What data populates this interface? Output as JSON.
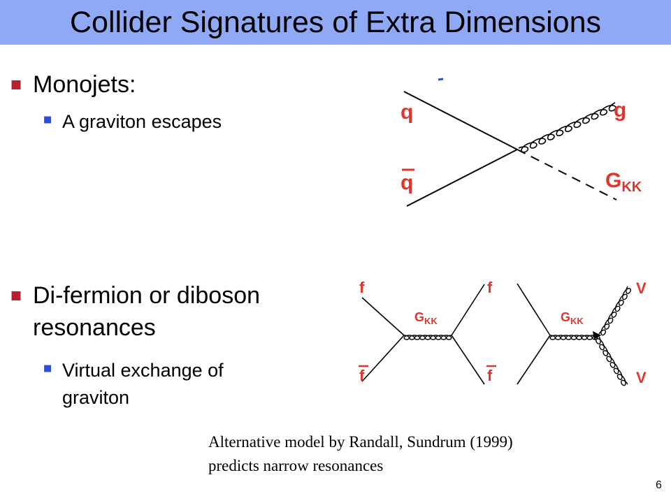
{
  "slide": {
    "title": "Collider Signatures of Extra Dimensions",
    "sections": [
      {
        "heading": "Monojets:",
        "sub": [
          "A graviton escapes"
        ]
      },
      {
        "heading_lines": [
          "Di-fermion or diboson",
          "resonances"
        ],
        "sub_lines": [
          "Virtual exchange of",
          "graviton"
        ]
      }
    ],
    "caption_lines": [
      "Alternative model by Randall, Sundrum (1999)",
      "predicts narrow resonances"
    ],
    "page_number": "6"
  },
  "diagram1": {
    "labels": {
      "q": "q",
      "qbar": "q",
      "g": "g",
      "gkk": "G",
      "gkk_sub": "KK"
    }
  },
  "diagram2": {
    "labels": {
      "f": "f",
      "fbar": "f",
      "gkk": "G",
      "gkk_sub": "KK"
    }
  },
  "diagram3": {
    "labels": {
      "v": "V",
      "gkk": "G",
      "gkk_sub": "KK"
    }
  },
  "colors": {
    "title_bar": "#8fa9f5",
    "label_red": "#e0352b",
    "bullet_red": "#b8202e",
    "bullet_blue": "#2d4fd6"
  }
}
